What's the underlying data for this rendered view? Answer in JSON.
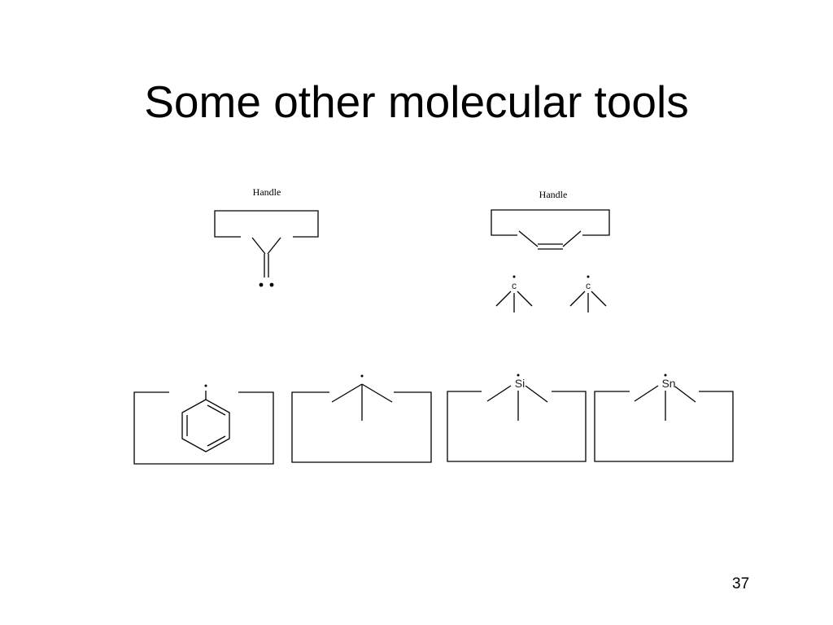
{
  "slide": {
    "title": "Some other molecular tools",
    "page_number": "37"
  },
  "diagram": {
    "carbene_tool": {
      "handle_label": "Handle"
    },
    "alkene_tool": {
      "handle_label": "Handle",
      "atom_left": "c",
      "atom_right": "c"
    },
    "tools_row": {
      "phenyl_tool": {},
      "alkyl_tool": {},
      "silyl_tool": {
        "atom": "Si"
      },
      "stannyl_tool": {
        "atom": "Sn"
      }
    }
  }
}
